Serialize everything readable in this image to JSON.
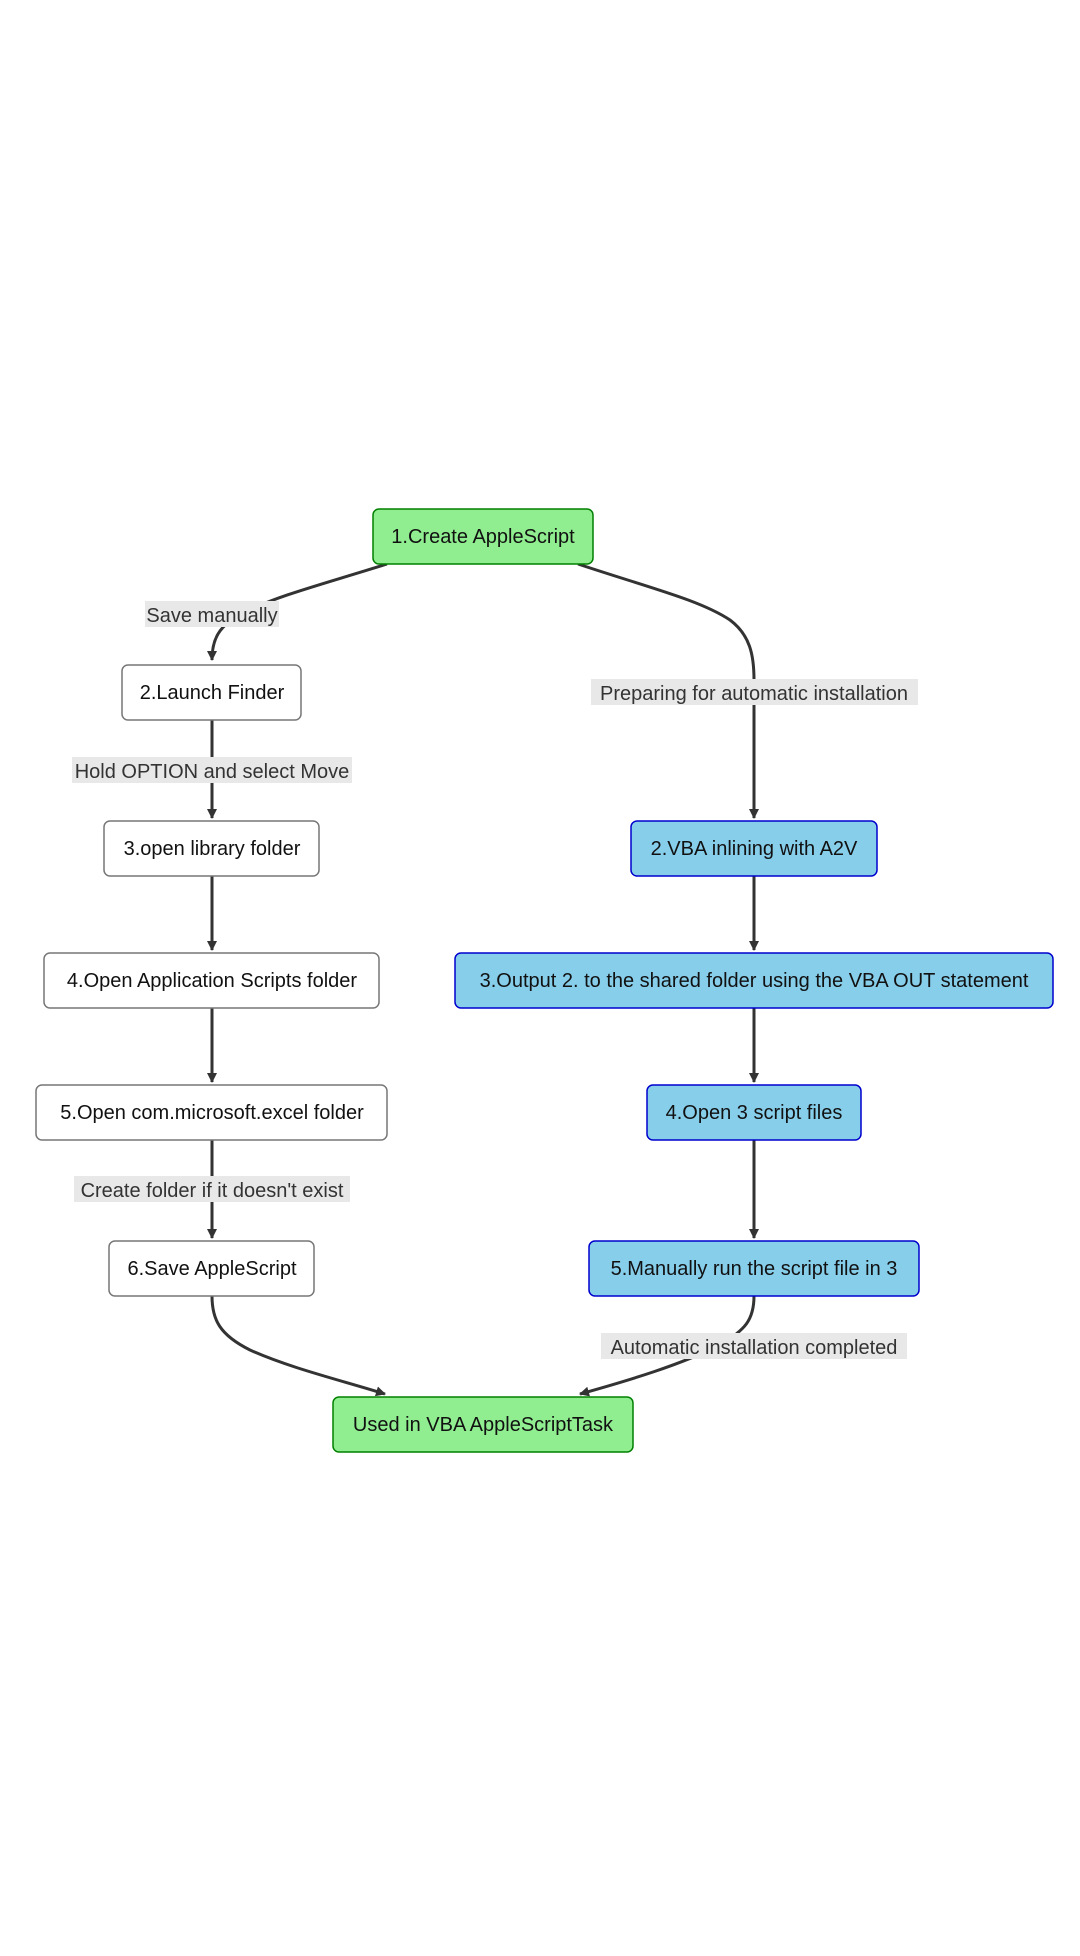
{
  "colors": {
    "start_end_fill": "#90ee90",
    "start_end_stroke": "#008000",
    "auto_fill": "#87ceeb",
    "auto_stroke": "#0000cd",
    "manual_fill": "#ffffff",
    "manual_stroke": "#777777",
    "edge_stroke": "#333333",
    "edge_label_bg": "#e8e8e8"
  },
  "nodes": {
    "start": "1.Create AppleScript",
    "manual": {
      "launch_finder": "2.Launch Finder",
      "open_library": "3.open library folder",
      "open_app_scripts": "4.Open Application Scripts folder",
      "open_excel_folder": "5.Open com.microsoft.excel folder",
      "save_applescript": "6.Save AppleScript"
    },
    "auto": {
      "vba_inlining": "2.VBA inlining with A2V",
      "output_shared": "3.Output 2. to the shared folder using the VBA OUT statement",
      "open_scripts": "4.Open 3 script files",
      "run_script": "5.Manually run the script file in 3"
    },
    "end": "Used in VBA AppleScriptTask"
  },
  "edge_labels": {
    "save_manually": "Save manually",
    "preparing_auto": "Preparing for automatic installation",
    "hold_option": "Hold OPTION and select Move",
    "create_folder": "Create folder if it doesn't exist",
    "auto_completed": "Automatic installation completed"
  }
}
